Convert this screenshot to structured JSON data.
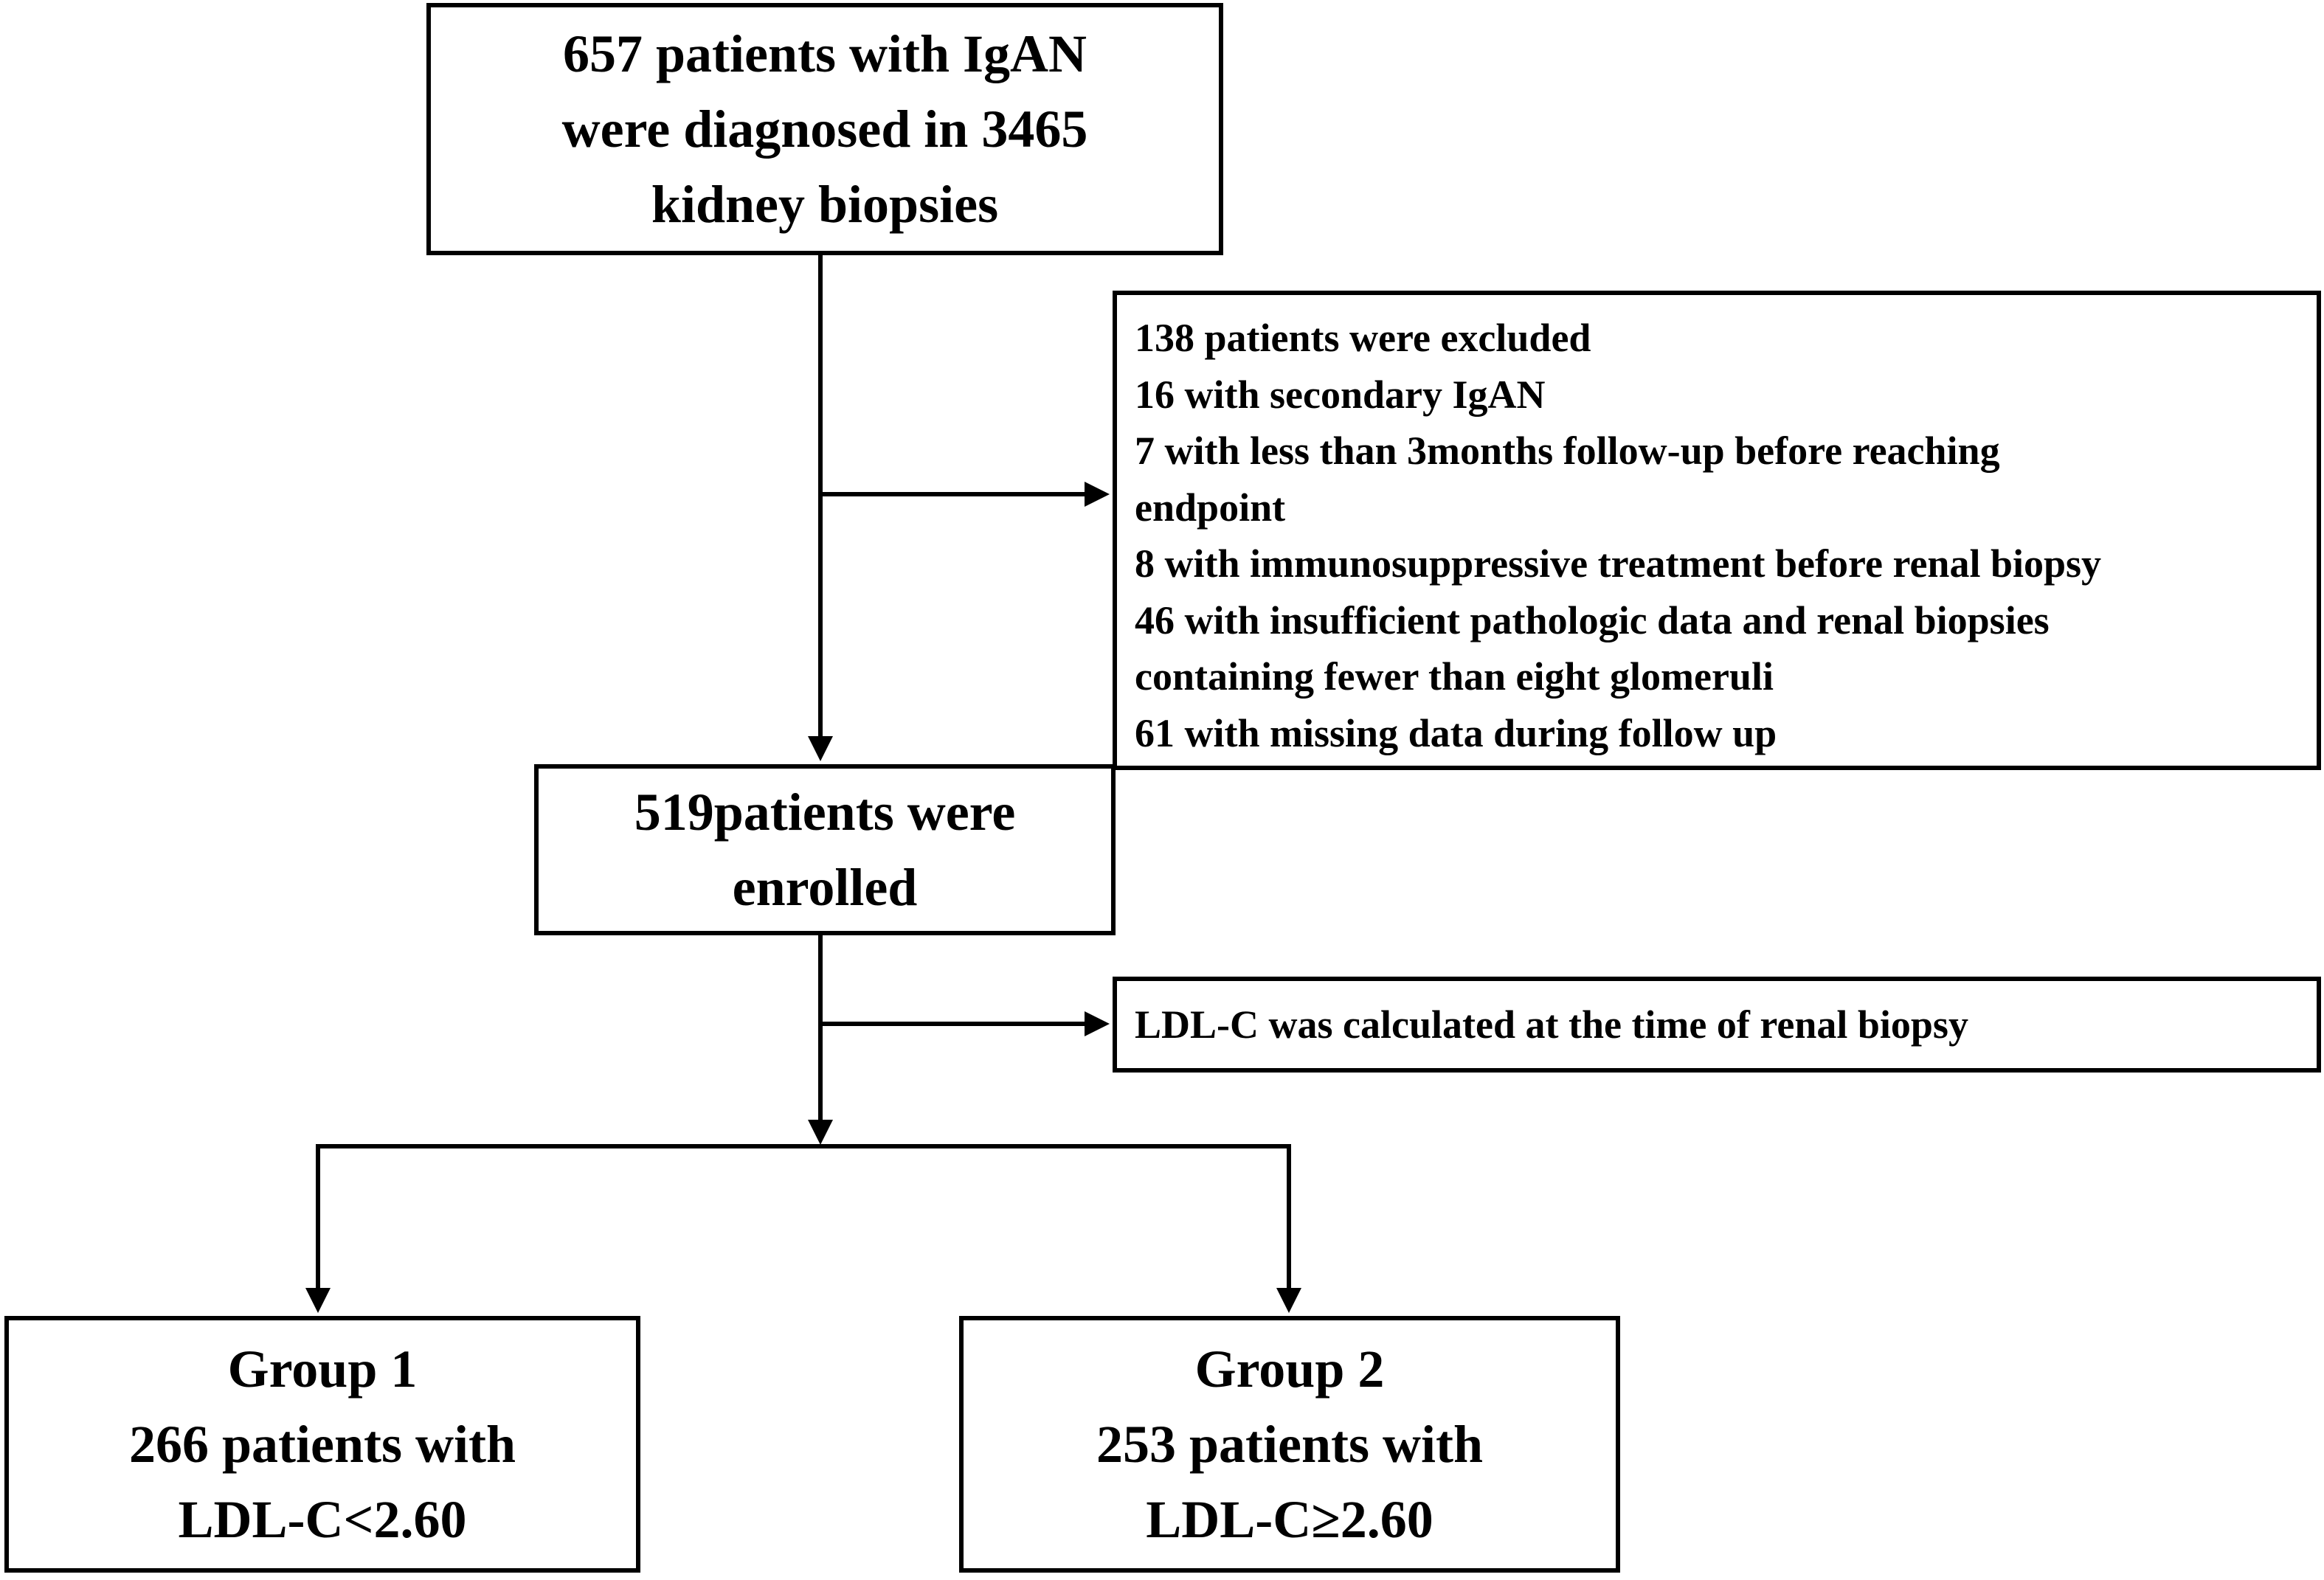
{
  "flowchart": {
    "start_box": {
      "lines": [
        "657 patients with IgAN",
        "were diagnosed in 3465",
        "kidney biopsies"
      ]
    },
    "exclusion_box": {
      "lines": [
        "138 patients were excluded",
        "16 with secondary IgAN",
        "7 with less than 3months follow-up before reaching",
        "endpoint",
        "8 with immunosuppressive treatment before renal biopsy",
        "46 with insufficient pathologic data and renal biopsies",
        "containing fewer than eight glomeruli",
        "61 with missing data during follow up"
      ]
    },
    "enrolled_box": {
      "lines": [
        "519patients were",
        "enrolled"
      ]
    },
    "ldl_note_box": {
      "text": "LDL-C was calculated at the time of renal biopsy"
    },
    "group1_box": {
      "lines": [
        "Group 1",
        "266 patients with",
        "LDL-C<2.60"
      ]
    },
    "group2_box": {
      "lines": [
        "Group 2",
        "253 patients with",
        "LDL-C≥2.60"
      ]
    },
    "colors": {
      "line": "#000000",
      "box_border": "#000000",
      "text": "#000000",
      "background": "#ffffff"
    }
  }
}
